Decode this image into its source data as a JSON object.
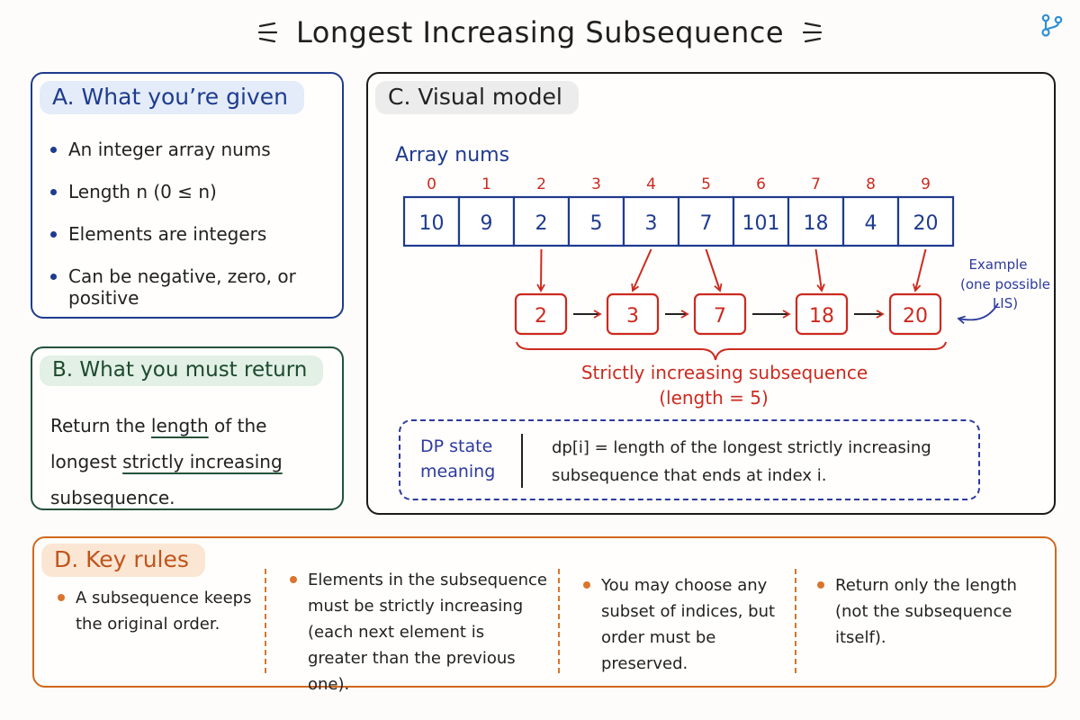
{
  "title": "Longest Increasing Subsequence",
  "panel_a": {
    "heading": "A. What you’re given",
    "bullets": [
      "An integer array nums",
      "Length n (0 ≤ n)",
      "Elements are integers",
      "Can be negative, zero, or positive"
    ]
  },
  "panel_b": {
    "heading": "B. What you must return",
    "text_before": "Return the ",
    "text_u1": "length",
    "text_mid": " of the longest ",
    "text_u2": "strictly increasing",
    "text_after": " subsequence."
  },
  "panel_c": {
    "heading": "C. Visual model",
    "array_label": "Array nums",
    "indices": [
      "0",
      "1",
      "2",
      "3",
      "4",
      "5",
      "6",
      "7",
      "8",
      "9"
    ],
    "values": [
      "10",
      "9",
      "2",
      "5",
      "3",
      "7",
      "101",
      "18",
      "4",
      "20"
    ],
    "lis_source_indices": [
      2,
      4,
      5,
      7,
      9
    ],
    "lis_values": [
      "2",
      "3",
      "7",
      "18",
      "20"
    ],
    "example_note": [
      "Example",
      "(one possible",
      "LIS)"
    ],
    "brace_caption": [
      "Strictly increasing subsequence",
      "(length = 5)"
    ],
    "dp_label": "DP state meaning",
    "dp_text": "dp[i] = length of the longest strictly increasing subsequence that ends at index i."
  },
  "panel_d": {
    "heading": "D. Key rules",
    "rules": [
      "A subsequence keeps the original order.",
      "Elements in the subsequence must be strictly increasing (each next element is greater than the previous one).",
      "You may choose any subset of indices, but order must be preserved.",
      "Return only the length (not the subsequence itself)."
    ]
  },
  "colors": {
    "array": "#1f3b8f",
    "lis": "#cc2a1f",
    "dp": "#2d3a9e",
    "rules": "#d2691e"
  }
}
